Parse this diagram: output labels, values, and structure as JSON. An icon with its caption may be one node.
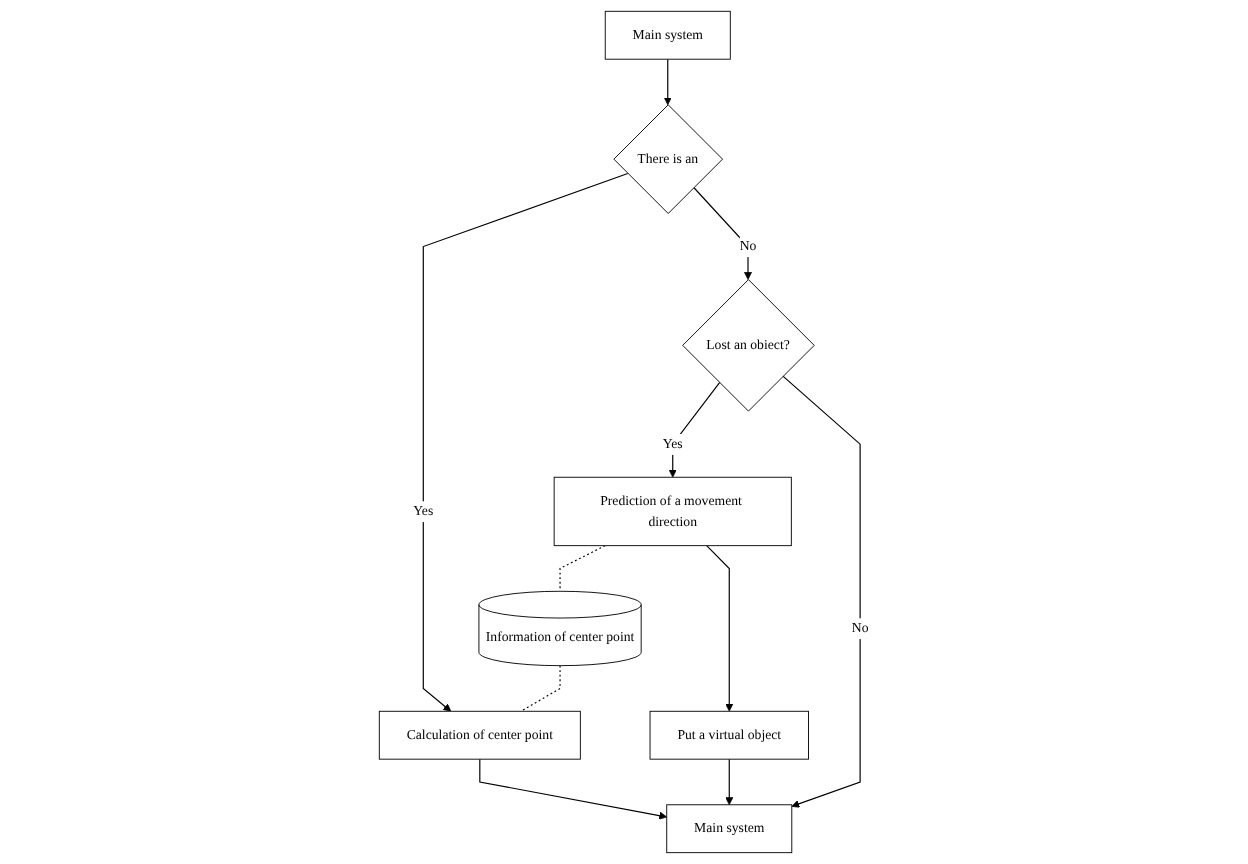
{
  "diagram": {
    "nodes": [
      {
        "text": [
          "Main system"
        ]
      },
      {
        "text": [
          "Information of center point"
        ]
      },
      {
        "text": [
          "There is an"
        ]
      },
      {
        "text": [
          "Calculation of center point"
        ]
      },
      {
        "text": [
          "Lost an obiect?"
        ]
      },
      {
        "text": [
          "Prediction of a movement direction"
        ]
      },
      {
        "text": [
          "Put a virtual object"
        ]
      },
      {
        "text": [
          "Main system"
        ]
      }
    ],
    "edges": [
      {
        "from": 0,
        "to": 2,
        "arrow": "to"
      },
      {
        "from": 2,
        "to": 3,
        "arrow": "to",
        "label": "Yes"
      },
      {
        "from": 1,
        "to": 3,
        "arrow": "none",
        "style": "dashed"
      },
      {
        "from": 2,
        "to": 4,
        "arrow": "to",
        "label": "No"
      },
      {
        "from": 4,
        "to": 5,
        "arrow": "to",
        "label": "Yes"
      },
      {
        "from": 5,
        "to": 1,
        "arrow": "none",
        "style": "dashed"
      },
      {
        "from": 5,
        "to": 6,
        "arrow": "to"
      },
      {
        "from": 6,
        "to": 7,
        "arrow": "to"
      },
      {
        "from": 4,
        "to": 7,
        "arrow": "to",
        "label": "No"
      },
      {
        "from": 3,
        "to": 7,
        "arrow": "to"
      }
    ]
  }
}
